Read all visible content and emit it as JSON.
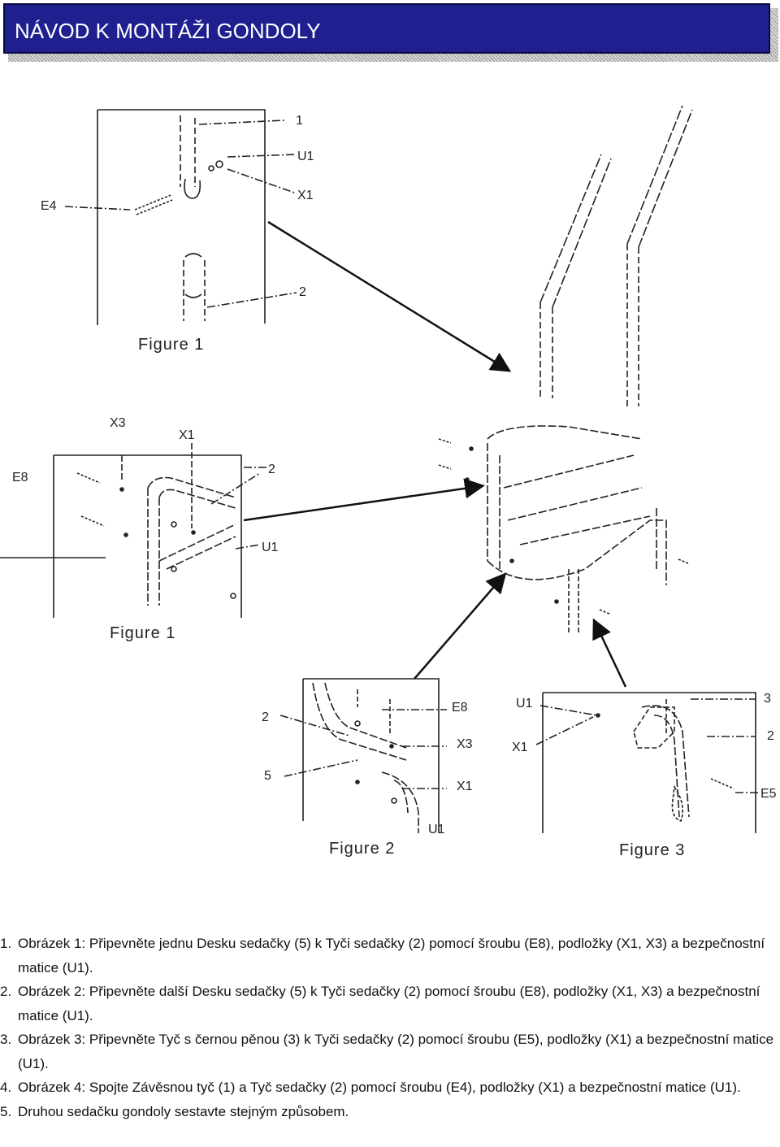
{
  "header": {
    "title": "NÁVOD K MONTÁŽI GONDOLY",
    "background": "#1f1f8f",
    "text_color": "#ffffff"
  },
  "figures": {
    "fig1a": {
      "caption": "Figure 1",
      "labels": {
        "part1": "1",
        "u1": "U1",
        "x1": "X1",
        "e4": "E4",
        "part2": "2"
      }
    },
    "fig1b": {
      "caption": "Figure 1",
      "labels": {
        "x3": "X3",
        "x1": "X1",
        "e8": "E8",
        "part2": "2",
        "u1": "U1"
      }
    },
    "fig2": {
      "caption": "Figure 2",
      "labels": {
        "e8": "E8",
        "part2": "2",
        "x3": "X3",
        "part5": "5",
        "x1": "X1",
        "u1": "U1"
      }
    },
    "fig3": {
      "caption": "Figure 3",
      "labels": {
        "u1": "U1",
        "part3": "3",
        "x1": "X1",
        "part2": "2",
        "e5": "E5"
      }
    }
  },
  "steps": [
    {
      "num": "1.",
      "text": "Obrázek 1: Připevněte jednu Desku sedačky (5) k Tyči sedačky (2) pomocí šroubu (E8), podložky (X1, X3) a bezpečnostní matice (U1)."
    },
    {
      "num": "2.",
      "text": "Obrázek 2: Připevněte další Desku sedačky (5) k Tyči sedačky (2) pomocí šroubu (E8), podložky (X1, X3) a bezpečnostní matice (U1)."
    },
    {
      "num": "3.",
      "text": "Obrázek 3: Připevněte Tyč s černou pěnou (3) k Tyči sedačky (2) pomocí šroubu (E5), podložky (X1) a bezpečnostní matice (U1)."
    },
    {
      "num": "4.",
      "text": "Obrázek 4: Spojte Závěsnou tyč (1) a Tyč sedačky (2) pomocí šroubu (E4), podložky (X1) a bezpečnostní matice (U1)."
    },
    {
      "num": "5.",
      "text": "Druhou sedačku gondoly sestavte stejným způsobem."
    }
  ]
}
